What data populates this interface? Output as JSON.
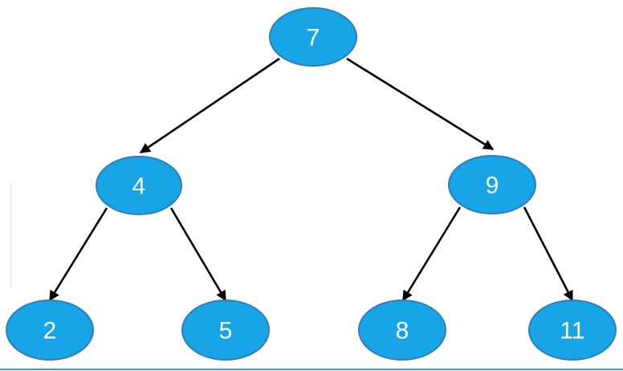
{
  "tree": {
    "nodes": [
      {
        "id": "n7",
        "label": "7"
      },
      {
        "id": "n4",
        "label": "4"
      },
      {
        "id": "n9",
        "label": "9"
      },
      {
        "id": "n2",
        "label": "2"
      },
      {
        "id": "n5",
        "label": "5"
      },
      {
        "id": "n8",
        "label": "8"
      },
      {
        "id": "n11",
        "label": "11"
      }
    ],
    "edges": [
      {
        "from": "n7",
        "to": "n4"
      },
      {
        "from": "n7",
        "to": "n9"
      },
      {
        "from": "n4",
        "to": "n2"
      },
      {
        "from": "n4",
        "to": "n5"
      },
      {
        "from": "n9",
        "to": "n8"
      },
      {
        "from": "n9",
        "to": "n11"
      }
    ]
  },
  "colors": {
    "node_fill": "#17a5e8",
    "node_stroke": "#2c7fb8",
    "node_text": "#ffffff",
    "edge": "#000000"
  }
}
